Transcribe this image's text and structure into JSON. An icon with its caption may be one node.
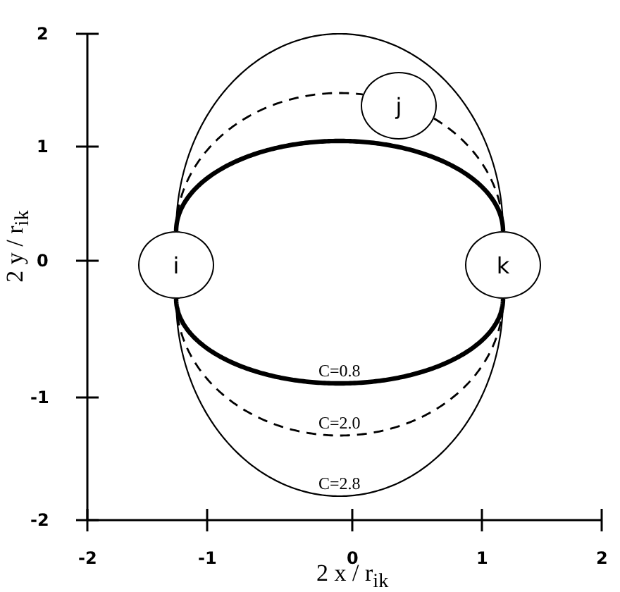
{
  "diagram": {
    "nodes": [
      {
        "text": [
          "i"
        ]
      },
      {
        "text": [
          "j"
        ]
      },
      {
        "text": [
          "k"
        ]
      }
    ],
    "edges": [
      {
        "from": 0,
        "to": 2,
        "arrow": "none",
        "style": "thick"
      },
      {
        "from": 0,
        "to": 1,
        "arrow": "none",
        "style": "dashed"
      },
      {
        "from": 1,
        "to": 2,
        "arrow": "none",
        "style": "dashed"
      },
      {
        "from": 0,
        "to": 2,
        "arrow": "none"
      },
      {
        "from": 0,
        "to": 2,
        "arrow": "none",
        "style": "thick",
        "label": "C=0.8"
      },
      {
        "from": 0,
        "to": 2,
        "arrow": "none",
        "style": "dashed",
        "label": "C=2.0"
      },
      {
        "from": 0,
        "to": 2,
        "arrow": "none",
        "label": "C=2.8"
      }
    ],
    "labels": [
      "2",
      "2 y / r$_{ik}$",
      "1",
      "0",
      "-1",
      "-2",
      "-2",
      "-1",
      "0",
      "1",
      "2",
      "2 x / r$_{ik}$"
    ]
  }
}
